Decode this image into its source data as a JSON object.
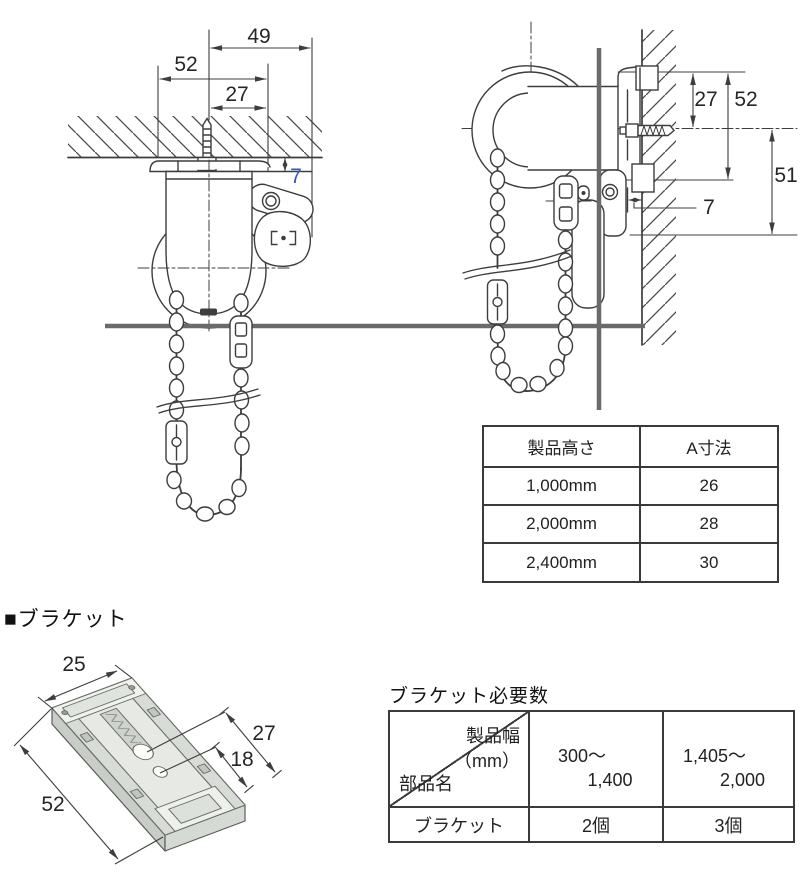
{
  "left_view": {
    "dim_49": "49",
    "dim_52": "52",
    "dim_27": "27",
    "dim_7": "7"
  },
  "right_view": {
    "dim_27": "27",
    "dim_52": "52",
    "dim_51": "51",
    "dim_7": "7"
  },
  "height_table": {
    "col1_header": "製品高さ",
    "col2_header": "A寸法",
    "rows": [
      {
        "height": "1,000mm",
        "a": "26"
      },
      {
        "height": "2,000mm",
        "a": "28"
      },
      {
        "height": "2,400mm",
        "a": "30"
      }
    ]
  },
  "bracket_section": {
    "title": "■ブラケット",
    "dim_25": "25",
    "dim_27": "27",
    "dim_18": "18",
    "dim_52": "52"
  },
  "bracket_table": {
    "title": "ブラケット必要数",
    "corner_top_line1": "製品幅",
    "corner_top_line2": "（mm）",
    "corner_bottom": "部品名",
    "col2_line1": "300〜",
    "col2_line2": "1,400",
    "col3_line1": "1,405〜",
    "col3_line2": "2,000",
    "row_header": "ブラケット",
    "col2_value": "2個",
    "col3_value": "3個"
  }
}
